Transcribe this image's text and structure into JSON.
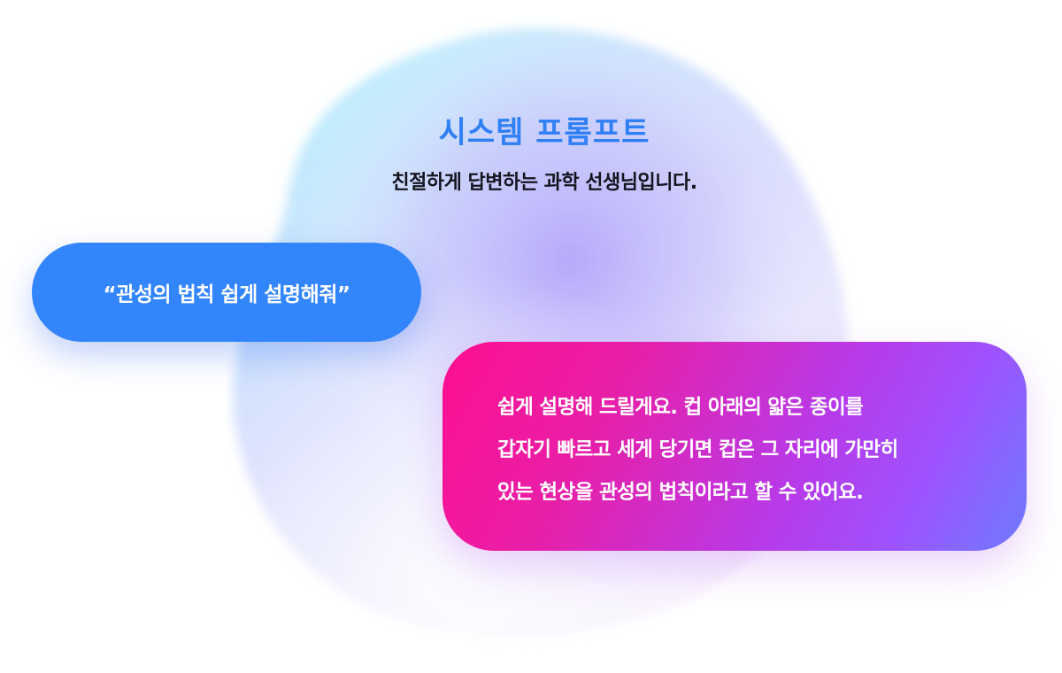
{
  "system_prompt": {
    "title": "시스템 프롬프트",
    "content": "친절하게 답변하는 과학 선생님입니다."
  },
  "user_message": {
    "text": "“관성의 법칙 쉽게 설명해줘”"
  },
  "assistant_message": {
    "lines": [
      "쉽게 설명해 드릴게요. 컵 아래의 얇은 종이를",
      "갑자기 빠르고 세게 당기면 컵은 그 자리에 가만히",
      "있는 현상을 관성의 법칙이라고 할 수 있어요."
    ]
  },
  "colors": {
    "title_blue": "#2f7ff5",
    "user_bubble": "#3385fb",
    "assistant_gradient_start": "#ff0f8f",
    "assistant_gradient_mid": "#b63bea",
    "assistant_gradient_end": "#6d7cff",
    "blob_cyan": "#c6f0fc",
    "blob_violet": "#c4b6fb"
  }
}
